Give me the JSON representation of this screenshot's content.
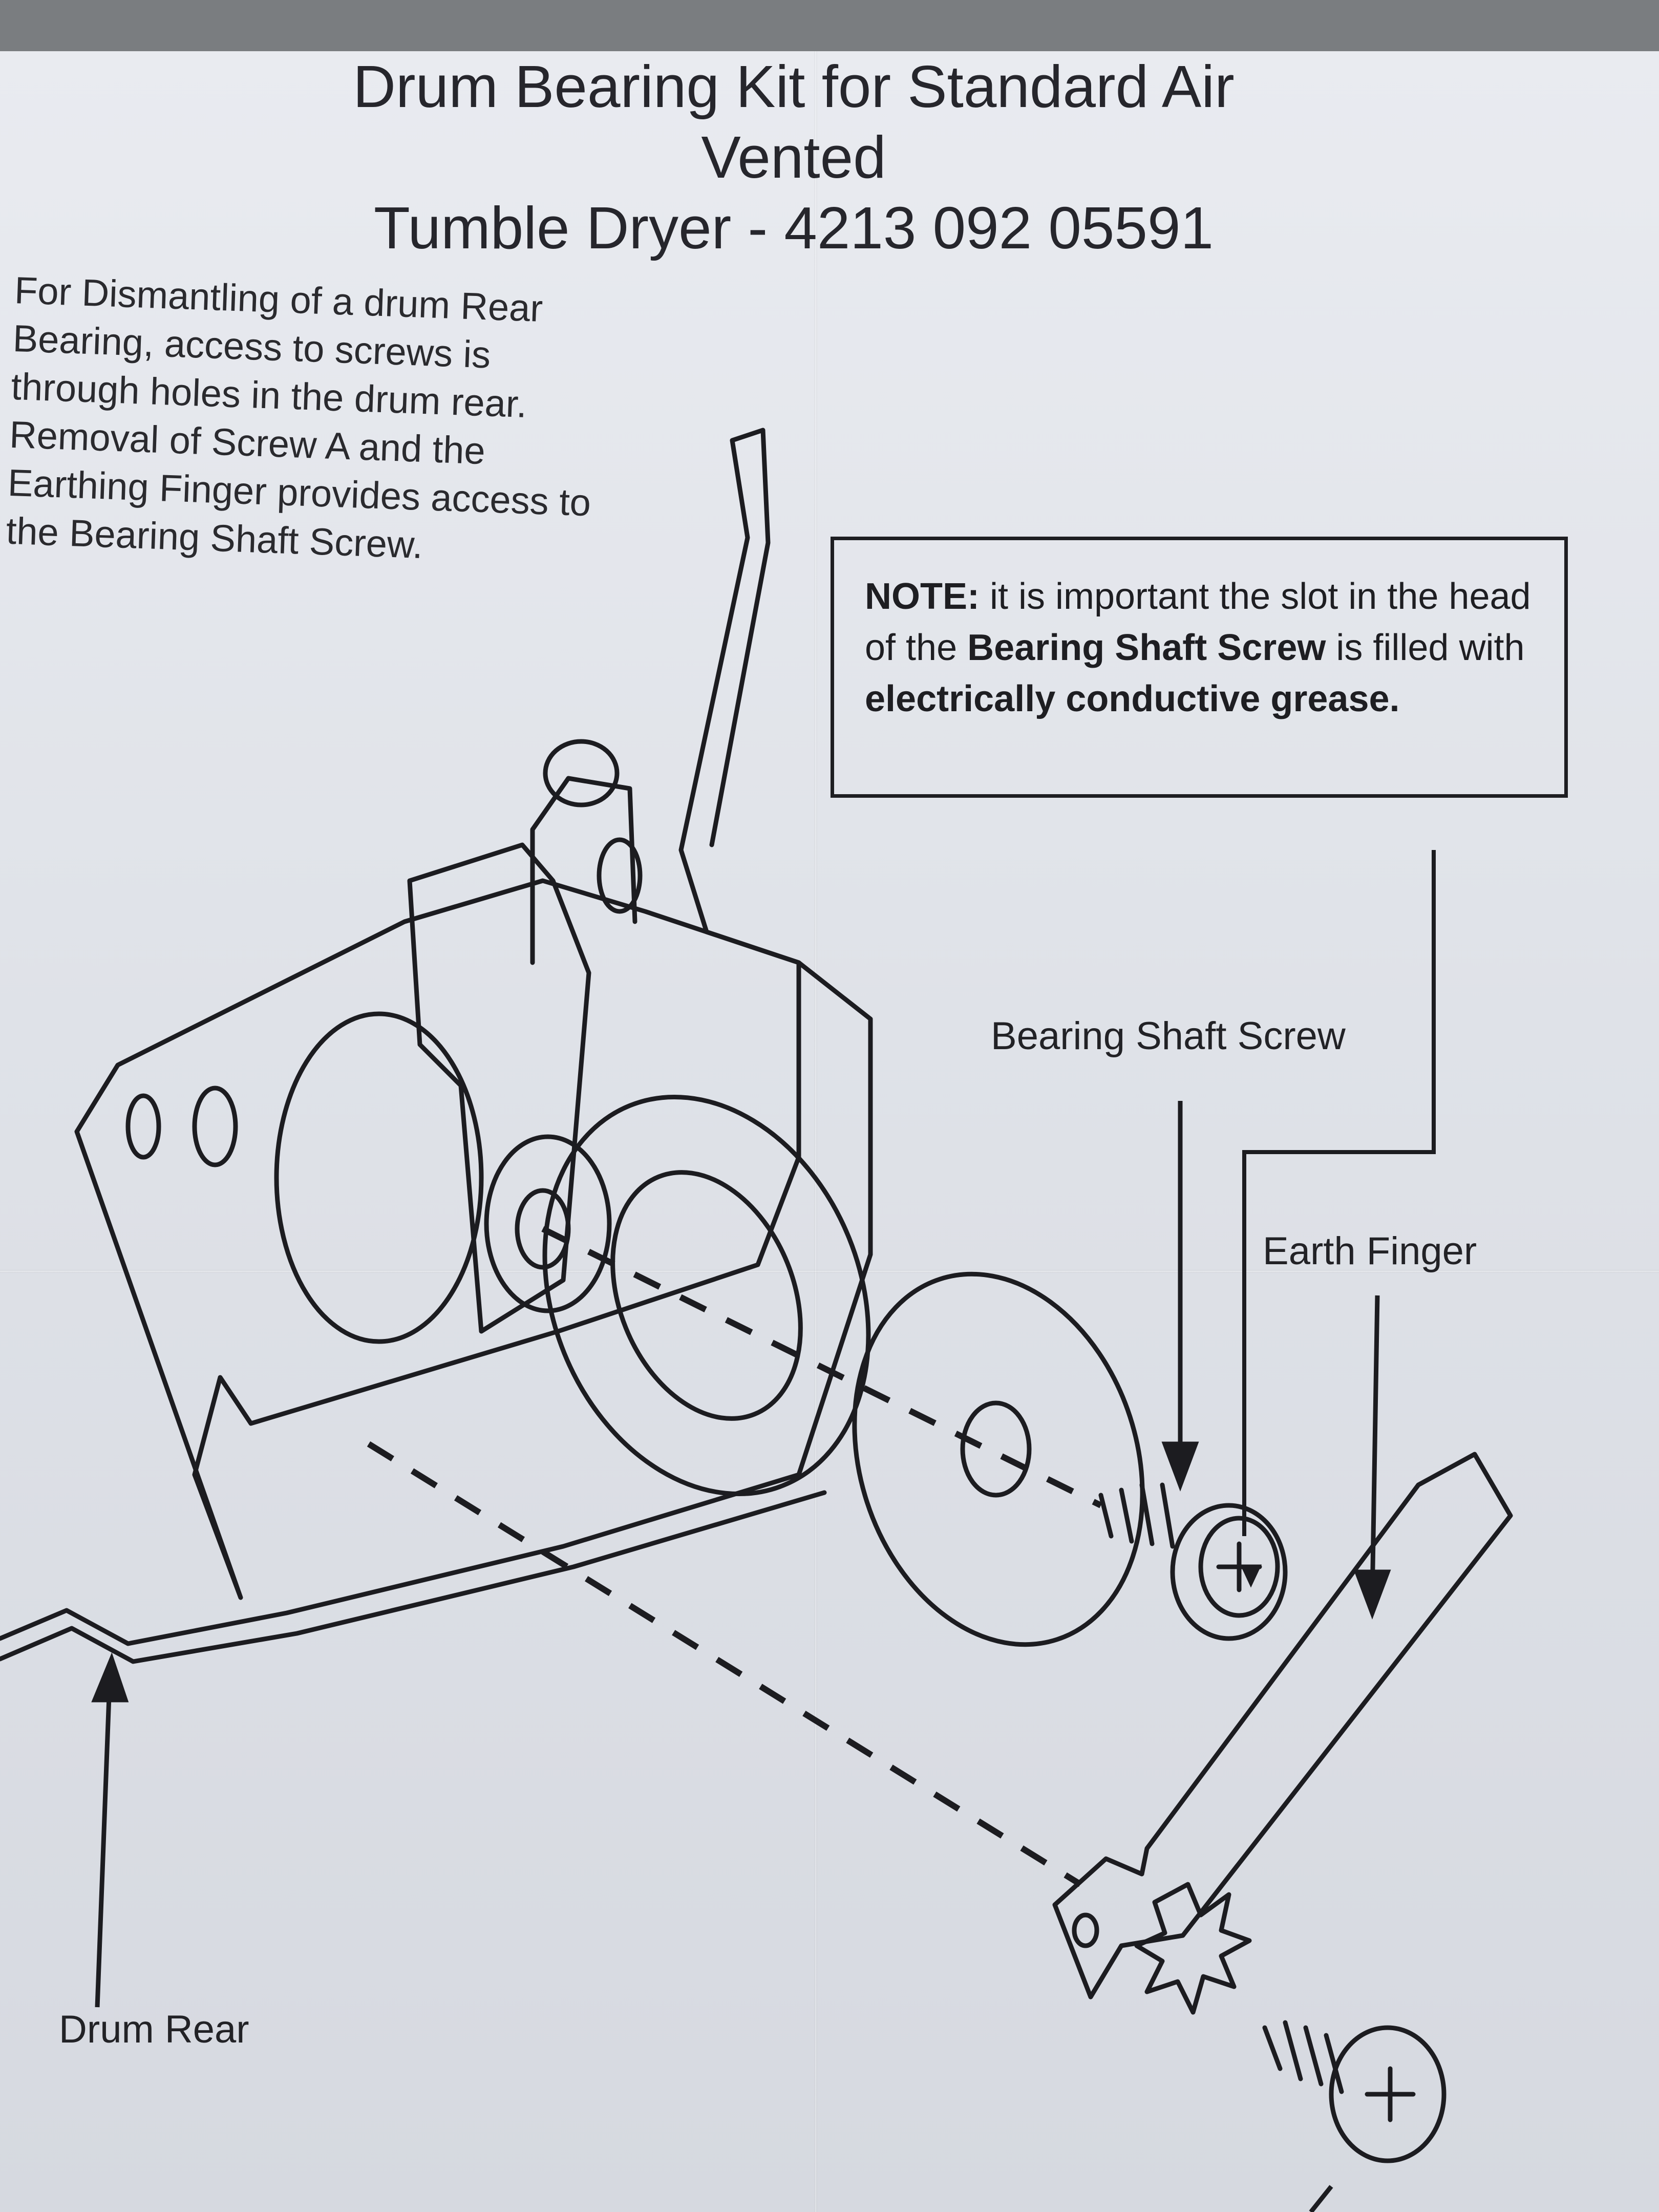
{
  "title": {
    "line1": "Drum Bearing Kit for Standard Air Vented",
    "line2": "Tumble Dryer - 4213 092 05591"
  },
  "intro": {
    "line1": "For Dismantling of a drum Rear",
    "line2": "Bearing, access to screws is",
    "line3": "through holes in the drum rear.",
    "line4": "Removal of Screw A and the",
    "line5": "Earthing Finger provides access to",
    "line6": "the Bearing Shaft Screw."
  },
  "note": {
    "prefix": "NOTE:",
    "text1": " it is important the slot in the head of the ",
    "bold1": "Bearing Shaft Screw",
    "text2": " is filled with ",
    "bold2": "electrically conductive grease."
  },
  "labels": {
    "bearing_shaft_screw": "Bearing Shaft Screw",
    "earth_finger": "Earth Finger",
    "drum_rear": "Drum Rear"
  }
}
